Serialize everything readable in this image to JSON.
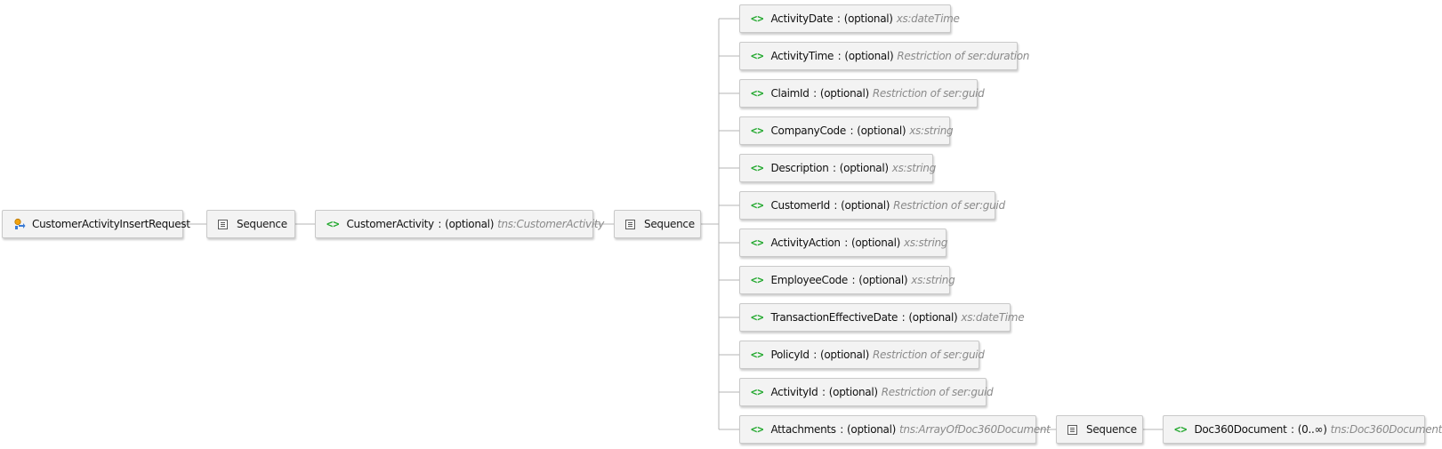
{
  "root": {
    "name": "CustomerActivityInsertRequest",
    "icon": "complex-type-icon"
  },
  "sequence_label": "Sequence",
  "customer_activity": {
    "name": "CustomerActivity",
    "card": "(optional)",
    "type": "tns:CustomerActivity"
  },
  "children": [
    {
      "name": "ActivityDate",
      "card": "(optional)",
      "type": "xs:dateTime"
    },
    {
      "name": "ActivityTime",
      "card": "(optional)",
      "type": "Restriction of ser:duration"
    },
    {
      "name": "ClaimId",
      "card": "(optional)",
      "type": "Restriction of ser:guid"
    },
    {
      "name": "CompanyCode",
      "card": "(optional)",
      "type": "xs:string"
    },
    {
      "name": "Description",
      "card": "(optional)",
      "type": "xs:string"
    },
    {
      "name": "CustomerId",
      "card": "(optional)",
      "type": "Restriction of ser:guid"
    },
    {
      "name": "ActivityAction",
      "card": "(optional)",
      "type": "xs:string"
    },
    {
      "name": "EmployeeCode",
      "card": "(optional)",
      "type": "xs:string"
    },
    {
      "name": "TransactionEffectiveDate",
      "card": "(optional)",
      "type": "xs:dateTime"
    },
    {
      "name": "PolicyId",
      "card": "(optional)",
      "type": "Restriction of ser:guid"
    },
    {
      "name": "ActivityId",
      "card": "(optional)",
      "type": "Restriction of ser:guid"
    },
    {
      "name": "Attachments",
      "card": "(optional)",
      "type": "tns:ArrayOfDoc360Document"
    }
  ],
  "doc_document": {
    "name": "Doc360Document",
    "card": "(0..∞)",
    "type": "tns:Doc360Document"
  },
  "colors": {
    "element_icon": "#22a82e",
    "type_text": "#8a8a8a",
    "node_bg": "#f3f3f3",
    "node_border": "#c9c9c9",
    "connector": "#b4b4b4"
  }
}
